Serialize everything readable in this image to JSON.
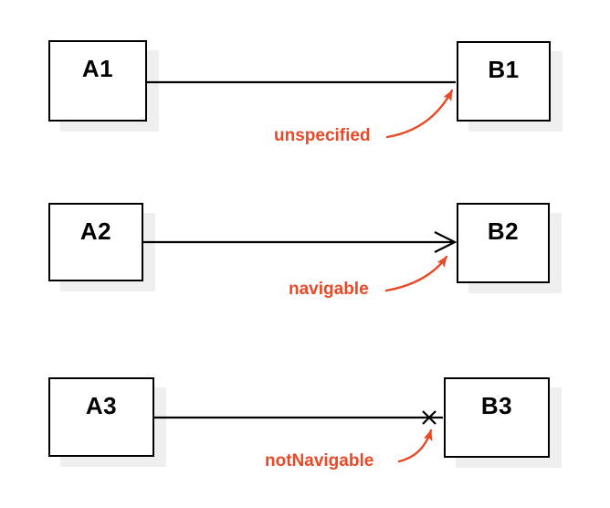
{
  "colors": {
    "accent": "#e84a28",
    "line": "#000000",
    "box_fill": "#ffffff",
    "box_shadow": "#efefef",
    "background": "#ffffff"
  },
  "rows": [
    {
      "source": "A1",
      "target": "B1",
      "annotation": "unspecified",
      "end_marker": "none"
    },
    {
      "source": "A2",
      "target": "B2",
      "annotation": "navigable",
      "end_marker": "open-arrow"
    },
    {
      "source": "A3",
      "target": "B3",
      "annotation": "notNavigable",
      "end_marker": "cross"
    }
  ]
}
